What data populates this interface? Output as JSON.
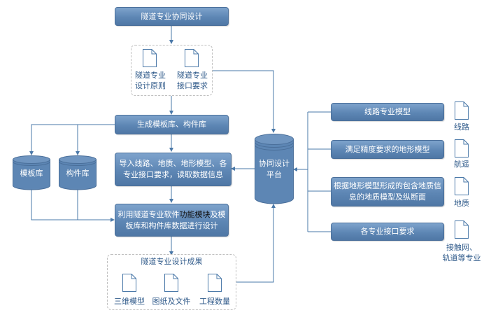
{
  "title": "隧道专业协同设计",
  "inputs": {
    "doc1": [
      "隧道专业",
      "设计原则"
    ],
    "doc2": [
      "隧道专业",
      "接口要求"
    ]
  },
  "steps": {
    "generate": "生成模板库、构件库",
    "import": [
      "导入线路、地质、地形模型、各",
      "专业接口要求，读取数据信息"
    ],
    "design_pre": "利用隧道专业软件",
    "design_hl": "功能模块",
    "design_post": "及模",
    "design_line2": "板库和构件库数据进行设计"
  },
  "libraries": {
    "template": "模板库",
    "component": "构件库"
  },
  "platform": [
    "协同设计",
    "平台"
  ],
  "results": {
    "title": "隧道专业设计成果",
    "items": [
      "三维模型",
      "图纸及文件",
      "工程数量"
    ]
  },
  "models": [
    {
      "label": [
        "线路专业模型"
      ],
      "source": [
        "线路"
      ]
    },
    {
      "label": [
        "满足精度要求的地形模型"
      ],
      "source": [
        "航遥"
      ]
    },
    {
      "label": [
        "根据地形模型形成的包含地质信",
        "息的地质模型及纵断面"
      ],
      "source": [
        "地质"
      ]
    },
    {
      "label": [
        "各专业接口要求"
      ],
      "source": [
        "接触网、",
        "轨道等专业"
      ]
    }
  ],
  "colors": {
    "box_fill": "#5d86b4",
    "line": "#4a78a8",
    "label_text": "#2f5a8a"
  }
}
